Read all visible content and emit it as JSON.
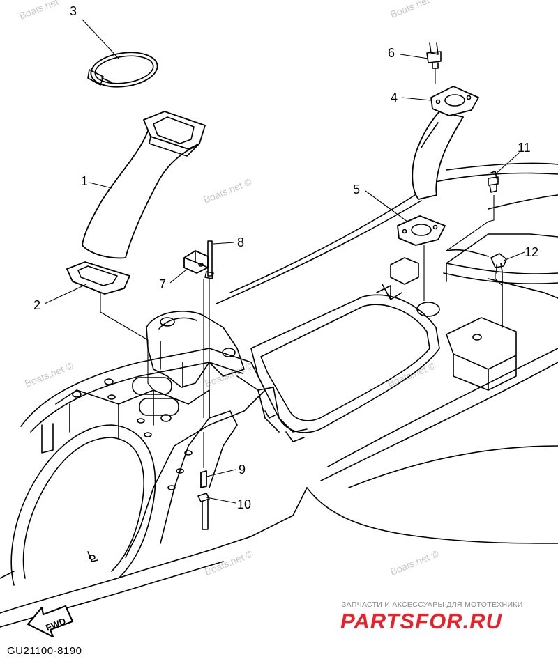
{
  "diagram": {
    "callouts": [
      "1",
      "2",
      "3",
      "4",
      "5",
      "6",
      "7",
      "8",
      "9",
      "10",
      "11",
      "12"
    ],
    "diagram_code": "GU21100-8190",
    "direction_label": "FWD",
    "watermark_text": "Boats.net ©",
    "watermark_text_short": "Boats.net",
    "branding_subtitle": "ЗАПЧАСТИ И АКСЕССУАРЫ ДЛЯ МОТОТЕХНИКИ",
    "branding_logo": "PARTSFOR.RU",
    "colors": {
      "line": "#000000",
      "watermark": "#c8c8c8",
      "brand": "#e6232a"
    }
  }
}
